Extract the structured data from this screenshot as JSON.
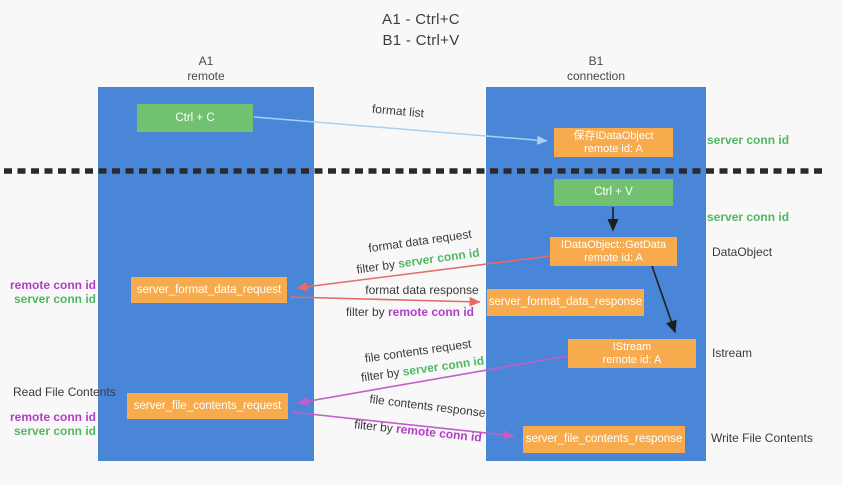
{
  "title": {
    "line1": "A1 - Ctrl+C",
    "line2": "B1 - Ctrl+V"
  },
  "columns": {
    "left": {
      "name": "A1",
      "role": "remote"
    },
    "right": {
      "name": "B1",
      "role": "connection"
    }
  },
  "boxes": {
    "ctrl_c": "Ctrl + C",
    "ctrl_v": "Ctrl + V",
    "save_dataobject": {
      "title": "保存IDataObject",
      "subtitle": "remote id: A"
    },
    "getdata": {
      "title": "IDataObject::GetData",
      "subtitle": "remote id: A"
    },
    "istream": {
      "title": "IStream",
      "subtitle": "remote id: A"
    },
    "server_format_data_request": "server_format_data_request",
    "server_format_data_response": "server_format_data_response",
    "server_file_contents_request": "server_file_contents_request",
    "server_file_contents_response": "server_file_contents_response"
  },
  "arrow_labels": {
    "format_list": "format list",
    "format_data_request": "format data request",
    "format_data_response": "format data response",
    "file_contents_request": "file contents request",
    "file_contents_response": "file contents response",
    "filter_by": "filter by",
    "server_conn_id": "server conn id",
    "remote_conn_id": "remote conn id"
  },
  "side_labels": {
    "server_conn_id_top": "server conn id",
    "server_conn_id_mid": "server conn id",
    "dataobject": "DataObject",
    "istream": "Istream",
    "read_file_contents": "Read File Contents",
    "write_file_contents": "Write File Contents",
    "remote_conn_id": "remote conn id",
    "server_conn_id": "server conn id"
  },
  "colors": {
    "column_blue": "#4a86d8",
    "box_orange": "#f8ab4c",
    "box_green": "#71c171",
    "green_text": "#53b662",
    "purple_text": "#b03fc3",
    "red_arrow": "#e56a6a",
    "magenta_arrow": "#c25ec9",
    "light_blue_arrow": "#a6d3f2",
    "black_arrow": "#1e1e1e"
  }
}
